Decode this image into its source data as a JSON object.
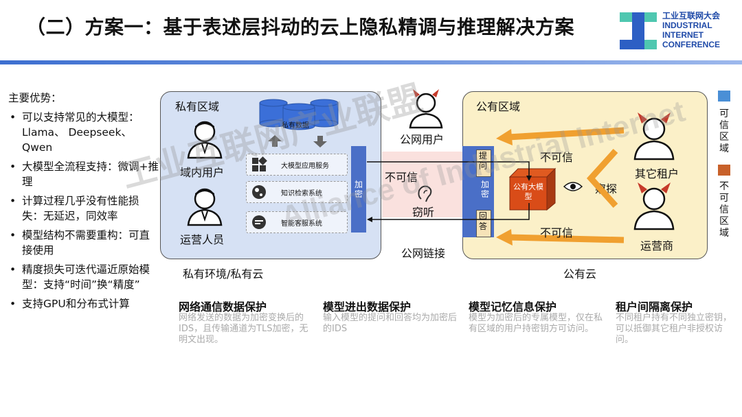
{
  "title": "（二）方案一：基于表述层抖动的云上隐私精调与推理解决方案",
  "logo": {
    "line1": "工业互联网大会",
    "line2": "INDUSTRIAL",
    "line3": "INTERNET",
    "line4": "CONFERENCE"
  },
  "advantages": {
    "heading": "主要优势：",
    "items": [
      "可以支持常见的大模型：Llama、 Deepseek、Qwen",
      "大模型全流程支持：微调+推理",
      "计算过程几乎没有性能损失：无延迟，同效率",
      "模型结构不需要重构：可直接使用",
      "精度损失可迭代逼近原始模型：支持“时间”换“精度”",
      "支持GPU和分布式计算"
    ]
  },
  "private": {
    "region": "私有区域",
    "domain_user": "域内用户",
    "ops_staff": "运营人员",
    "private_data": "私有数据",
    "svc1": "大模型应用服务",
    "svc2": "知识检索系统",
    "svc3": "智能客服系统",
    "encrypt": "加密",
    "env": "私有环境/私有云"
  },
  "middle": {
    "public_user": "公网用户",
    "untrusted": "不可信",
    "eavesdrop": "窃听",
    "link": "公网链接"
  },
  "public": {
    "region": "公有区域",
    "encrypt": "加密",
    "question": "提问",
    "answer": "回答",
    "model": "公有大模型",
    "untrusted_top": "不可信",
    "untrusted_bottom": "不可信",
    "spy": "窥探",
    "other_tenant": "其它租户",
    "operator": "运营商",
    "cloud": "公有云"
  },
  "legend": {
    "trusted": "可信区域",
    "untrusted": "不可信区域",
    "trusted_color": "#4a8fd6",
    "untrusted_color": "#c8612a"
  },
  "features": [
    {
      "title": "网络通信数据保护",
      "desc": "网络发送的数据为加密变换后的IDS，且传输通道为TLS加密，无明文出现。"
    },
    {
      "title": "模型进出数据保护",
      "desc": "输入模型的提问和回答均为加密后的IDS"
    },
    {
      "title": "模型记忆信息保护",
      "desc": "模型为加密后的专属模型，仅在私有区域的用户持密钥方可访问。"
    },
    {
      "title": "租户间隔离保护",
      "desc": "不同租户持有不同独立密钥，可以抵御其它租户非授权访问。"
    }
  ],
  "watermark": {
    "cn": "工业互联网产业联盟",
    "en": "Alliance of Industrial Internet"
  },
  "colors": {
    "accent": "#3d6fd0",
    "private_bg": "#d6e1f4",
    "public_bg": "#fbf0c8",
    "arrow_orange": "#f0a030"
  }
}
